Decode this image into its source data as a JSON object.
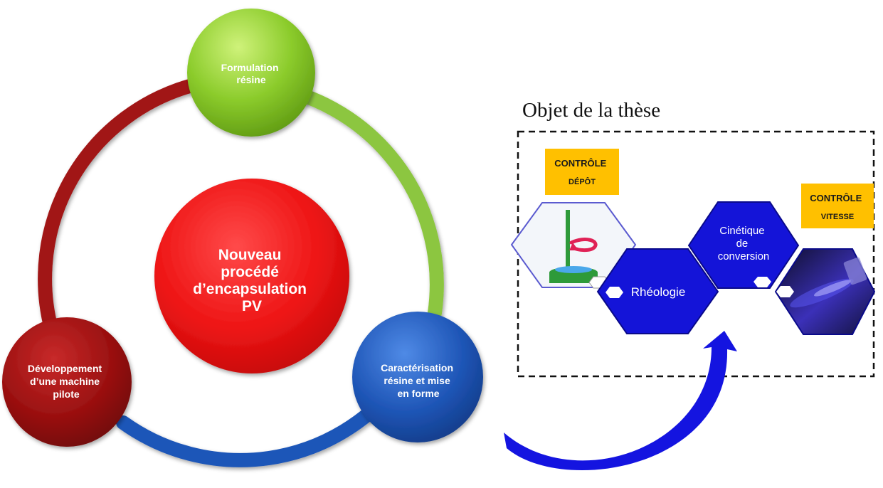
{
  "cycle": {
    "center": {
      "lines": [
        "Nouveau",
        "procédé",
        "d’encapsulation",
        "PV"
      ]
    },
    "nodes": [
      {
        "id": "formulation",
        "lines": [
          "Formulation",
          "résine"
        ]
      },
      {
        "id": "caracterisation",
        "lines": [
          "Caractérisation",
          "résine et mise",
          "en forme"
        ]
      },
      {
        "id": "developpement",
        "lines": [
          "Développement",
          "d’une machine",
          "pilote"
        ]
      }
    ]
  },
  "thesis": {
    "title": "Objet de la thèse",
    "tags": [
      {
        "id": "depot",
        "lines": [
          "CONTRÔLE",
          "DÉPÔT"
        ]
      },
      {
        "id": "vitesse",
        "lines": [
          "CONTRÔLE",
          "VITESSE"
        ]
      }
    ],
    "hexagons": [
      {
        "id": "depot-image",
        "icon": "deposition-tool-icon",
        "lines": []
      },
      {
        "id": "rheologie",
        "lines": [
          "Rhéologie"
        ]
      },
      {
        "id": "cinetique",
        "lines": [
          "Cinétique",
          "de",
          "conversion"
        ]
      },
      {
        "id": "uv-image",
        "icon": "uv-light-icon",
        "lines": []
      }
    ]
  },
  "colors": {
    "green": "#8cc63f",
    "red": "#ee1c1c",
    "darkred": "#a11212",
    "blue": "#1f56b8",
    "hexblue": "#1414d8",
    "tag": "#ffc000",
    "arrow": "#1414e0"
  }
}
